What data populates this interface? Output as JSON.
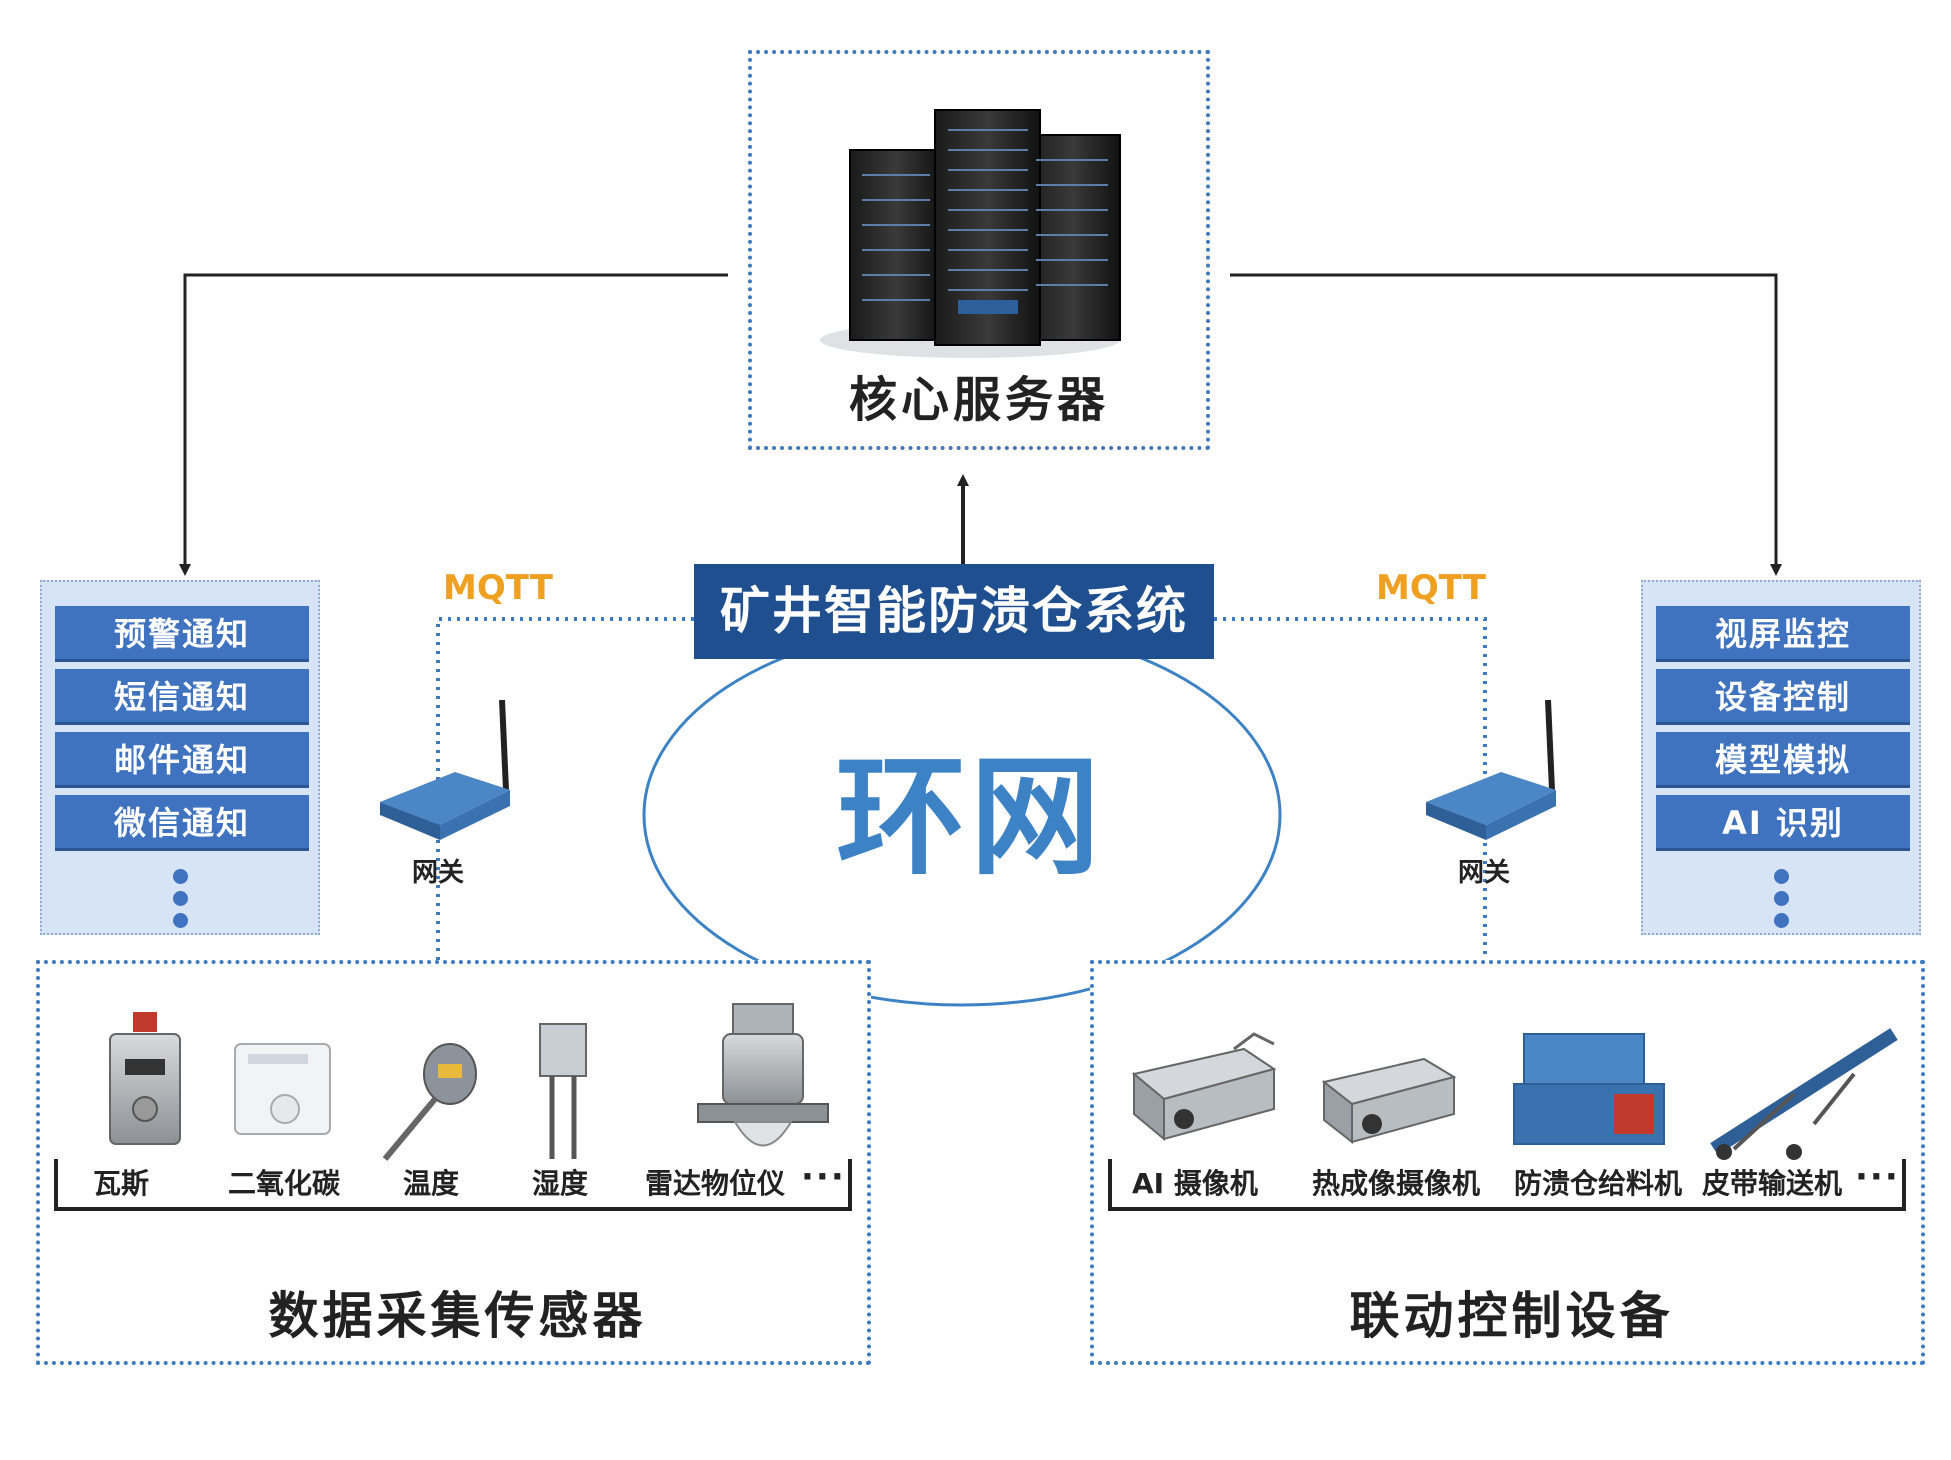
{
  "server": {
    "title": "核心服务器"
  },
  "system": {
    "title": "矿井智能防溃仓系统"
  },
  "ring": {
    "label": "环网"
  },
  "protocols": {
    "left": "MQTT",
    "right": "MQTT"
  },
  "gateways": {
    "left_label": "网关",
    "right_label": "网关"
  },
  "notifications": {
    "items": [
      "预警通知",
      "短信通知",
      "邮件通知",
      "微信通知"
    ]
  },
  "functions": {
    "items": [
      "视屏监控",
      "设备控制",
      "模型模拟",
      "AI 识别"
    ]
  },
  "sensors": {
    "title": "数据采集传感器",
    "items": [
      "瓦斯",
      "二氧化碳",
      "温度",
      "湿度",
      "雷达物位仪"
    ],
    "more": "···"
  },
  "devices": {
    "title": "联动控制设备",
    "items": [
      "AI 摄像机",
      "热成像摄像机",
      "防溃仓给料机",
      "皮带输送机"
    ],
    "more": "···"
  },
  "colors": {
    "accent_blue": "#3d7bc0",
    "banner_blue": "#1f4f8f",
    "mqtt_orange": "#f0a020",
    "panel_bg": "#d7e4f5"
  },
  "icons": {
    "server": "server-rack-icon",
    "gateway": "wireless-router-icon",
    "sensors": [
      "gas-detector-icon",
      "co2-sensor-icon",
      "temperature-probe-icon",
      "humidity-sensor-icon",
      "radar-level-gauge-icon"
    ],
    "devices": [
      "ai-camera-icon",
      "thermal-camera-icon",
      "feeder-machine-icon",
      "belt-conveyor-icon"
    ]
  }
}
